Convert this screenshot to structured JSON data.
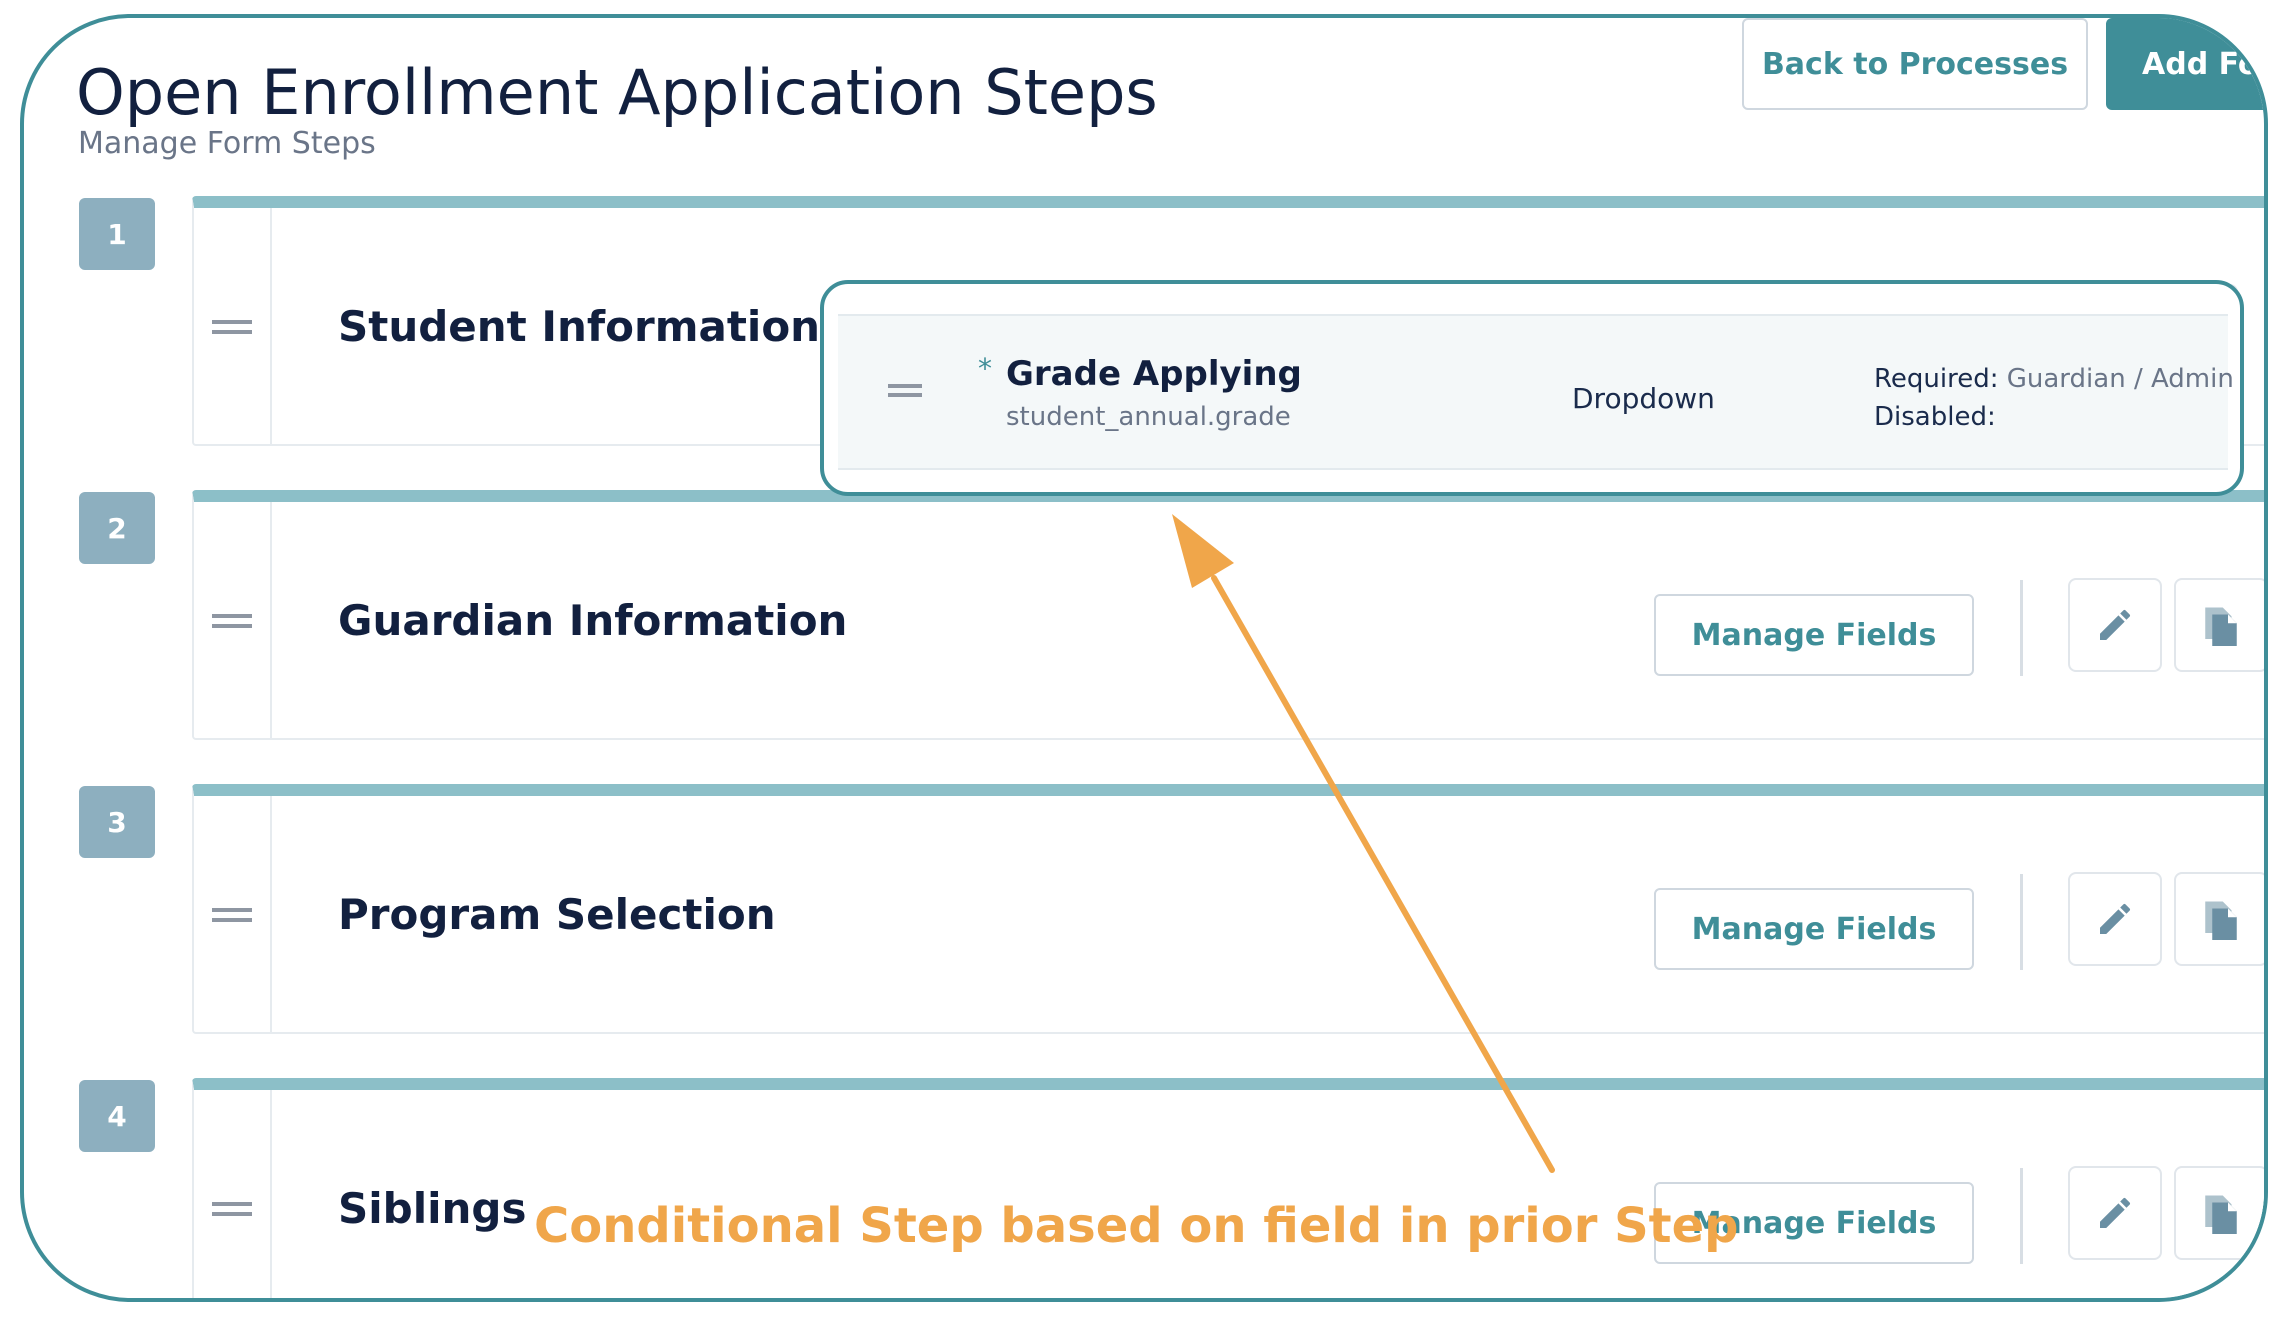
{
  "header": {
    "title": "Open Enrollment Application Steps",
    "subtitle": "Manage Form Steps",
    "back_button": "Back to Processes",
    "add_button": "Add Form Step"
  },
  "steps": [
    {
      "number": "1",
      "title": "Student Information"
    },
    {
      "number": "2",
      "title": "Guardian Information",
      "manage_label": "Manage Fields"
    },
    {
      "number": "3",
      "title": "Program Selection",
      "manage_label": "Manage Fields"
    },
    {
      "number": "4",
      "title": "Siblings",
      "manage_label": "Manage Fields"
    }
  ],
  "field_popup": {
    "required_marker": "*",
    "name": "Grade Applying",
    "key": "student_annual.grade",
    "type": "Dropdown",
    "required_label": "Required:",
    "required_value": "Guardian / Admin",
    "disabled_label": "Disabled:"
  },
  "annotation": {
    "text": "Conditional Step based on field in prior Step",
    "color": "#f0a64a"
  },
  "colors": {
    "accent": "#3f8e98",
    "step_badge": "#8dafbf",
    "card_top": "#8cbfc8"
  },
  "icons": [
    "drag-handle-icon",
    "pencil-icon",
    "copy-icon"
  ]
}
